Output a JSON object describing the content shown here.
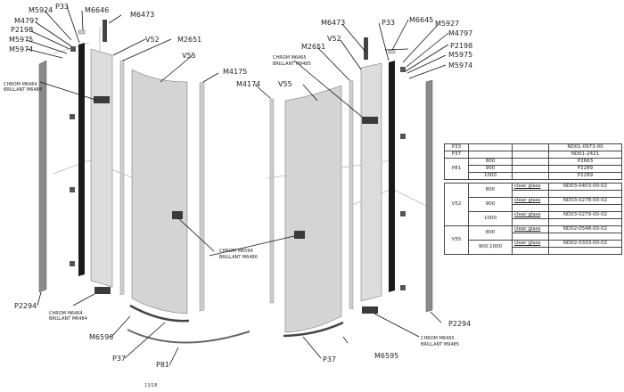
{
  "left_assembly": {
    "labels": {
      "m5924": "M5924",
      "p33": "P33",
      "m6646": "M6646",
      "m6473": "M6473",
      "m4797": "M4797",
      "p2198": "P2198",
      "m5975": "M5975",
      "m5974": "M5974",
      "v52": "V52",
      "m2651": "M2651",
      "v55": "V55",
      "m4175": "M4175",
      "p2294": "P2294",
      "m6596": "M6596",
      "p37": "P37",
      "p81": "P81"
    },
    "handle_top_line1": "CHROM M6464",
    "handle_top_line2": "BRILLANT M6484",
    "handle_bottom_line1": "CHROM M6464",
    "handle_bottom_line2": "BRILLANT M6484",
    "handle_mid_line1": "CHROM M6594",
    "handle_mid_line2": "BRILLANT M6486"
  },
  "right_assembly": {
    "labels": {
      "m6473": "M6473",
      "p33": "P33",
      "m6645": "M6645",
      "m5927": "M5927",
      "m4797": "M4797",
      "p2198": "P2198",
      "m5975": "M5975",
      "m5974": "M5974",
      "v52": "V52",
      "m2651": "M2651",
      "m4174": "M4174",
      "v55": "V55",
      "p2294": "P2294",
      "m6595": "M6595",
      "p37": "P37"
    },
    "handle_top_line1": "CHROM M6465",
    "handle_top_line2": "BRILLANT M9485",
    "handle_bottom_line1": "CHROM M6465",
    "handle_bottom_line2": "BRILLANT M9485"
  },
  "parts_table_1": {
    "rows": [
      {
        "part": "P33",
        "size": "",
        "note": "",
        "code": "ND01-0973-00"
      },
      {
        "part": "P37",
        "size": "",
        "note": "",
        "code": "ND01-2421"
      },
      {
        "part": "P81",
        "size": "800",
        "note": "",
        "code": "P2663"
      },
      {
        "part": "",
        "size": "900",
        "note": "",
        "code": "P2289"
      },
      {
        "part": "",
        "size": "1000",
        "note": "",
        "code": "P2289"
      }
    ]
  },
  "parts_table_2": {
    "v52": {
      "part": "V52",
      "rows": [
        {
          "size": "800",
          "note": "clear glass",
          "code": "ND03-0403-00-02"
        },
        {
          "size": "900",
          "note": "clear glass",
          "code": "ND03-0278-00-02"
        },
        {
          "size": "1000",
          "note": "clear glass",
          "code": "ND03-0279-00-02"
        }
      ]
    },
    "v55": {
      "part": "V55",
      "rows": [
        {
          "size": "800",
          "note": "clear glass",
          "code": "ND02-0548-00-02"
        },
        {
          "size": "900;1000",
          "note": "clear glass",
          "code": "ND02-0333-00-02"
        }
      ]
    }
  },
  "page_number": "13/18"
}
